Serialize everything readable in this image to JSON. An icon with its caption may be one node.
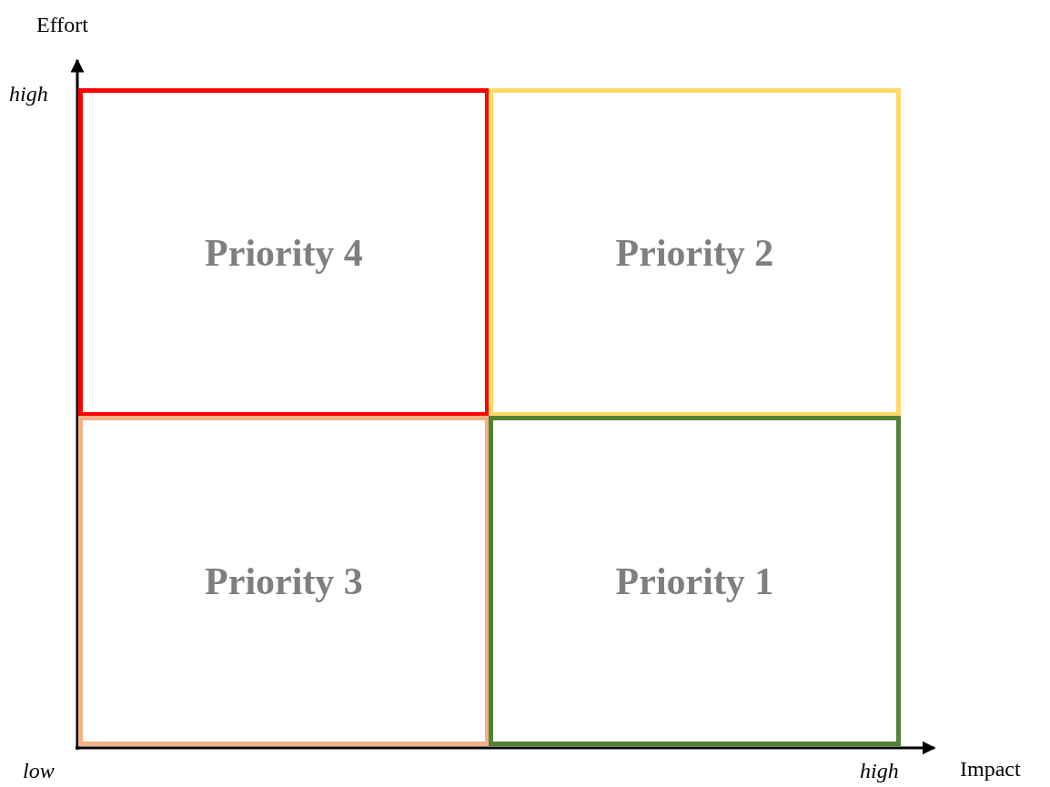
{
  "diagram": {
    "nodes": [
      {
        "text": [
          "Priority 4"
        ]
      },
      {
        "text": [
          "Priority 2"
        ]
      },
      {
        "text": [
          "Priority 3"
        ]
      },
      {
        "text": [
          "Priority 1"
        ]
      }
    ],
    "edges": [],
    "labels": [
      "Effort",
      "high",
      "Impact",
      "low",
      "high"
    ]
  }
}
